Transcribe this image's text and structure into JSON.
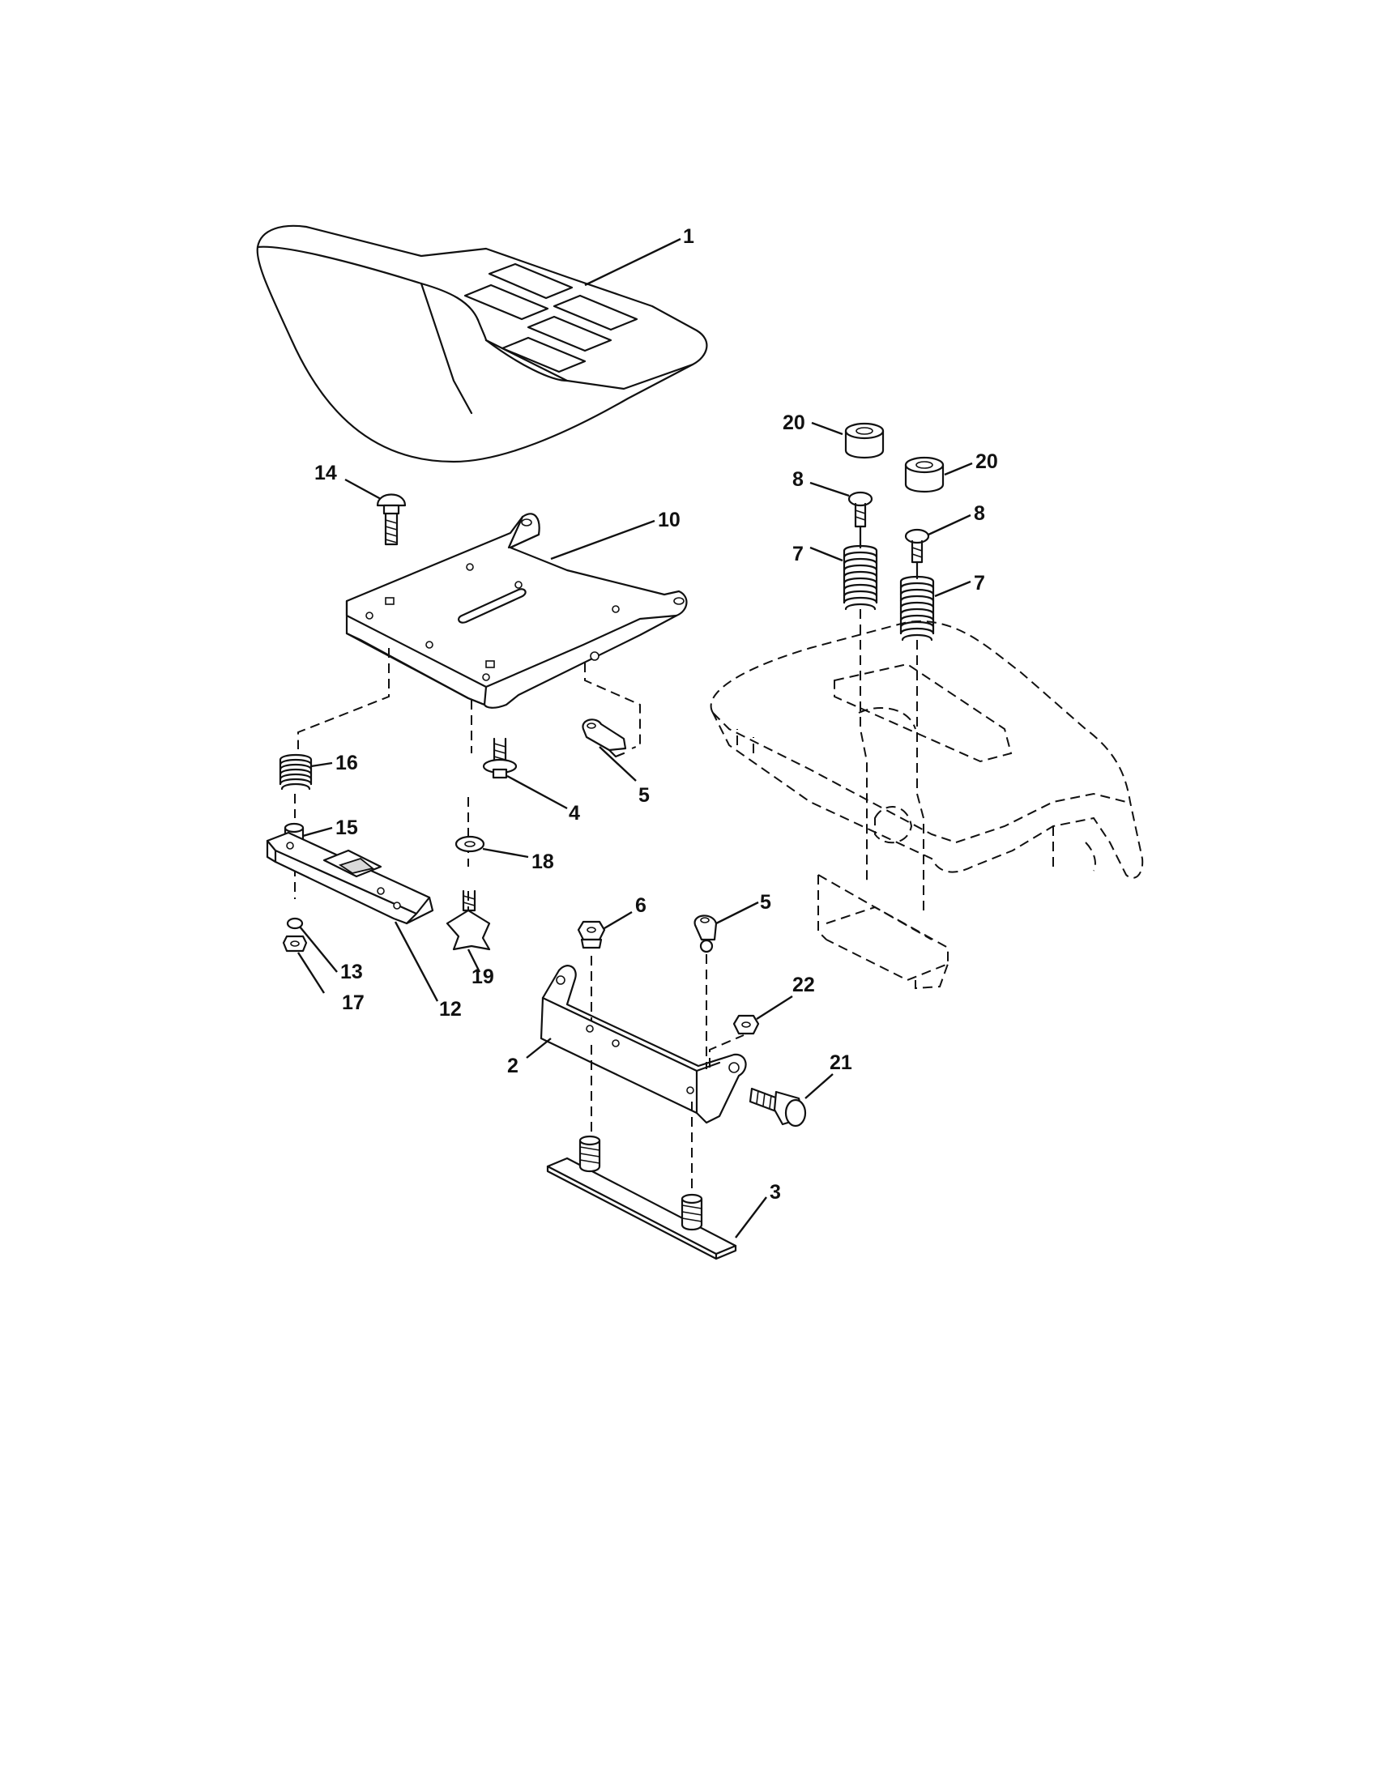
{
  "callouts": [
    {
      "id": "c1",
      "text": "1"
    },
    {
      "id": "c14",
      "text": "14"
    },
    {
      "id": "c10",
      "text": "10"
    },
    {
      "id": "c16",
      "text": "16"
    },
    {
      "id": "c15",
      "text": "15"
    },
    {
      "id": "c4",
      "text": "4"
    },
    {
      "id": "c5a",
      "text": "5"
    },
    {
      "id": "c18",
      "text": "18"
    },
    {
      "id": "c19",
      "text": "19"
    },
    {
      "id": "c13",
      "text": "13"
    },
    {
      "id": "c17",
      "text": "17"
    },
    {
      "id": "c12",
      "text": "12"
    },
    {
      "id": "c6",
      "text": "6"
    },
    {
      "id": "c5b",
      "text": "5"
    },
    {
      "id": "c22",
      "text": "22"
    },
    {
      "id": "c2",
      "text": "2"
    },
    {
      "id": "c21",
      "text": "21"
    },
    {
      "id": "c3",
      "text": "3"
    },
    {
      "id": "c20a",
      "text": "20"
    },
    {
      "id": "c20b",
      "text": "20"
    },
    {
      "id": "c8a",
      "text": "8"
    },
    {
      "id": "c8b",
      "text": "8"
    },
    {
      "id": "c7a",
      "text": "7"
    },
    {
      "id": "c7b",
      "text": "7"
    }
  ]
}
